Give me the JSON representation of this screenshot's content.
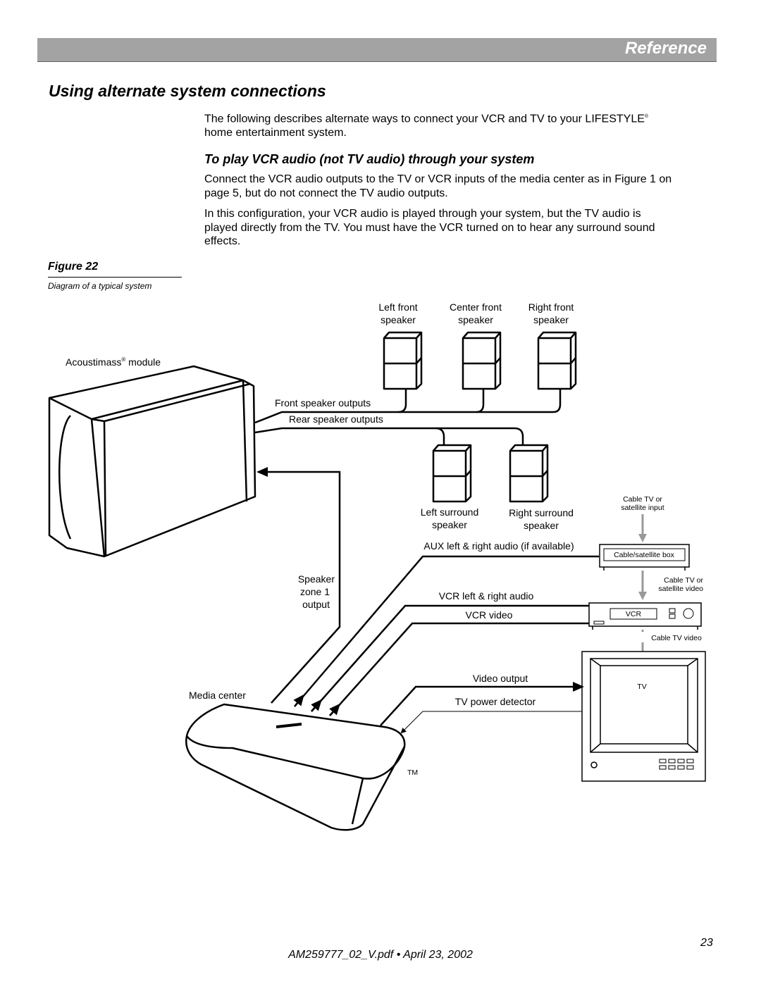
{
  "header": {
    "section": "Reference"
  },
  "page": {
    "title": "Using alternate system connections",
    "intro_before": "The following describes alternate ways to connect your VCR and TV to your LIFESTYLE",
    "intro_reg": "®",
    "intro_after": " home entertainment system.",
    "subtitle": "To play VCR audio (not TV audio) through your system",
    "para1_line1": "Connect the VCR audio outputs to the TV or VCR inputs of the media center as in Figure 1 on",
    "para1_line2": "page 5, but do not connect the TV audio outputs.",
    "para2_line1": "In this configuration, your VCR audio is played through your system, but the TV audio is",
    "para2_line2": "played directly from the TV. You must have the VCR turned on to hear any surround sound",
    "para2_line3": "effects."
  },
  "figure": {
    "label": "Figure 22",
    "caption": "Diagram of a typical system",
    "labels": {
      "left_front_1": "Left front",
      "left_front_2": "speaker",
      "center_front_1": "Center front",
      "center_front_2": "speaker",
      "right_front_1": "Right front",
      "right_front_2": "speaker",
      "acoustimass": "Acoustimass",
      "reg": "®",
      "module": " module",
      "front_outputs": "Front speaker outputs",
      "rear_outputs": "Rear speaker outputs",
      "left_surround_1": "Left surround",
      "left_surround_2": "speaker",
      "right_surround_1": "Right surround",
      "right_surround_2": "speaker",
      "cable_input_1": "Cable TV or",
      "cable_input_2": "satellite input",
      "aux_audio": "AUX left & right audio (if available)",
      "cable_box": "Cable/satellite box",
      "speaker_zone_1": "Speaker",
      "speaker_zone_2": "zone 1",
      "speaker_zone_3": "output",
      "cable_video_1": "Cable TV or",
      "cable_video_2": "satellite video",
      "vcr_audio": "VCR left & right audio",
      "vcr_video": "VCR video",
      "vcr": "VCR",
      "cable_tv_video": "Cable TV video",
      "video_output": "Video output",
      "tv": "TV",
      "media_center": "Media center",
      "tv_power": "TV power detector",
      "tm": "TM"
    }
  },
  "footer": {
    "page_number": "23",
    "doc_info": "AM259777_02_V.pdf • April 23, 2002"
  }
}
